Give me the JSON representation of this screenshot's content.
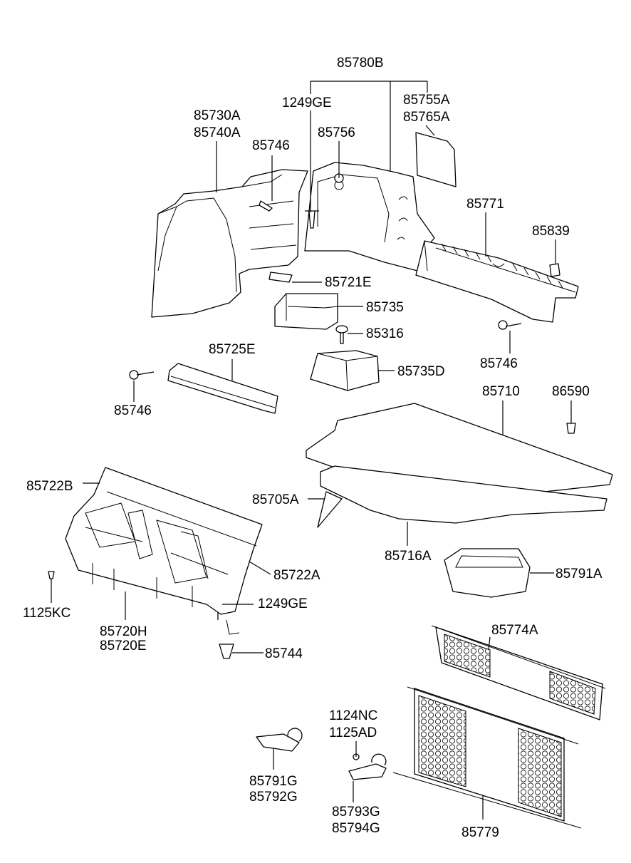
{
  "labels": {
    "p85780B": "85780B",
    "p1249GE_top": "1249GE",
    "p85755A": "85755A",
    "p85765A": "85765A",
    "p85730A": "85730A",
    "p85740A": "85740A",
    "p85746_a": "85746",
    "p85756": "85756",
    "p85771": "85771",
    "p85839": "85839",
    "p85721E": "85721E",
    "p85735": "85735",
    "p85316": "85316",
    "p85746_b": "85746",
    "p85725E": "85725E",
    "p85735D": "85735D",
    "p85746_c": "85746",
    "p85710": "85710",
    "p86590": "86590",
    "p85722B": "85722B",
    "p85705A": "85705A",
    "p85716A": "85716A",
    "p85791A": "85791A",
    "p85722A": "85722A",
    "p1249GE_bot": "1249GE",
    "p1125KC": "1125KC",
    "p85720H": "85720H",
    "p85720E": "85720E",
    "p85744": "85744",
    "p85774A": "85774A",
    "p1124NC": "1124NC",
    "p1125AD": "1125AD",
    "p85791G": "85791G",
    "p85792G": "85792G",
    "p85793G": "85793G",
    "p85794G": "85794G",
    "p85779": "85779"
  }
}
